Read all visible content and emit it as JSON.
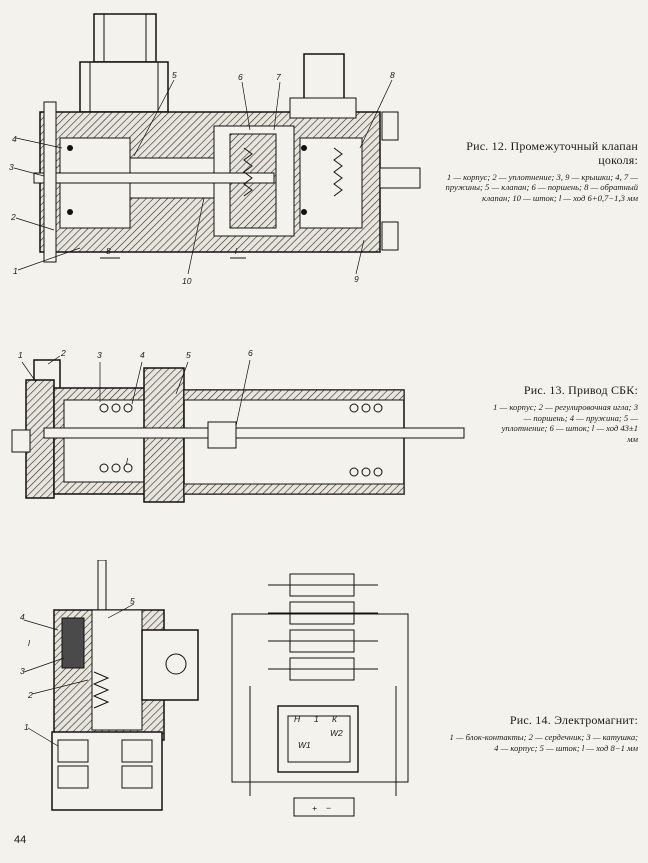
{
  "page_number": "44",
  "figures": [
    {
      "id": "fig12",
      "title": "Рис. 12. Промежуточный клапан цоколя:",
      "legend": "1 — корпус; 2 — уплотнение; 3, 9 — крышки; 4, 7 — пружины; 5 — клапан; 6 — поршень; 8 — обратный клапан; 10 — шток; l — ход 6+0,7−1,3 мм",
      "labels": [
        "1",
        "2",
        "3",
        "4",
        "5",
        "6",
        "7",
        "8",
        "9",
        "10",
        "8",
        "l"
      ]
    },
    {
      "id": "fig13",
      "title": "Рис. 13. Привод СБК:",
      "legend": "1 — корпус; 2 — регулировочная игла; 3 — поршень; 4 — пружина; 5 — уплотнение; 6 — шток; l — ход 43±1 мм",
      "labels": [
        "1",
        "2",
        "3",
        "4",
        "5",
        "6",
        "l"
      ]
    },
    {
      "id": "fig14",
      "title": "Рис. 14. Электромагнит:",
      "legend": "1 — блок-контакты; 2 — сердечник; 3 — катушка; 4 — корпус; 5 — шток; l — ход 8−1 мм",
      "labels": [
        "1",
        "2",
        "3",
        "4",
        "5",
        "l"
      ],
      "schematic_labels": [
        "Н",
        "1",
        "К",
        "W1",
        "W2",
        "+",
        "−"
      ]
    }
  ]
}
